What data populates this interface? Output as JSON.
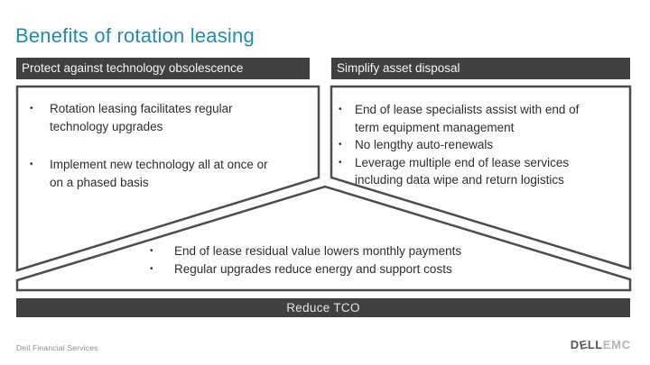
{
  "slide": {
    "title": "Benefits of rotation leasing"
  },
  "colors": {
    "title_text": "#1e8db5",
    "bar_background": "#404040",
    "bar_text": "#f5f5f5",
    "box_border": "#4d4d4d",
    "body_text": "#2e2e2e",
    "footer_text": "#8c8c8c",
    "logo_dell": "#56585c",
    "logo_emc": "#b3b5b7"
  },
  "columns": {
    "left": {
      "header": "Protect against technology obsolescence",
      "bullets": [
        "Rotation leasing facilitates regular\ntechnology upgrades",
        "Implement new technology all at once or\non a phased basis"
      ]
    },
    "right": {
      "header": "Simplify asset disposal",
      "bullets": [
        "End of lease specialists assist with end of\nterm equipment management",
        "No lengthy auto-renewals",
        "Leverage multiple end of lease services\nincluding data wipe and return logistics"
      ]
    }
  },
  "funnel": {
    "bullets": [
      "End of lease residual value lowers monthly payments",
      "Regular upgrades reduce energy and support costs"
    ]
  },
  "banner": {
    "label": "Reduce TCO"
  },
  "footer": {
    "left_text": "Dell Financial Services",
    "logo_dell_d": "D",
    "logo_dell_e": "E",
    "logo_dell_ll": "LL",
    "logo_emc": "EMC"
  }
}
